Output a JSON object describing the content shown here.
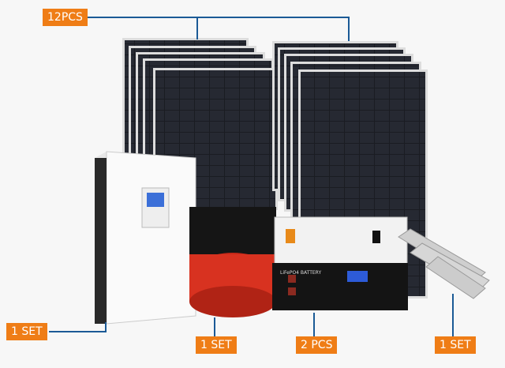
{
  "labels": {
    "panels": "12PCS",
    "inverter": "1 SET",
    "cables": "1 SET",
    "batteries": "2 PCS",
    "mounts": "1 SET"
  },
  "product_text": {
    "battery_model": "LiFePO4 BATTERY"
  },
  "colors": {
    "label_bg": "#ef7d16",
    "leader_line": "#1b5a96"
  }
}
